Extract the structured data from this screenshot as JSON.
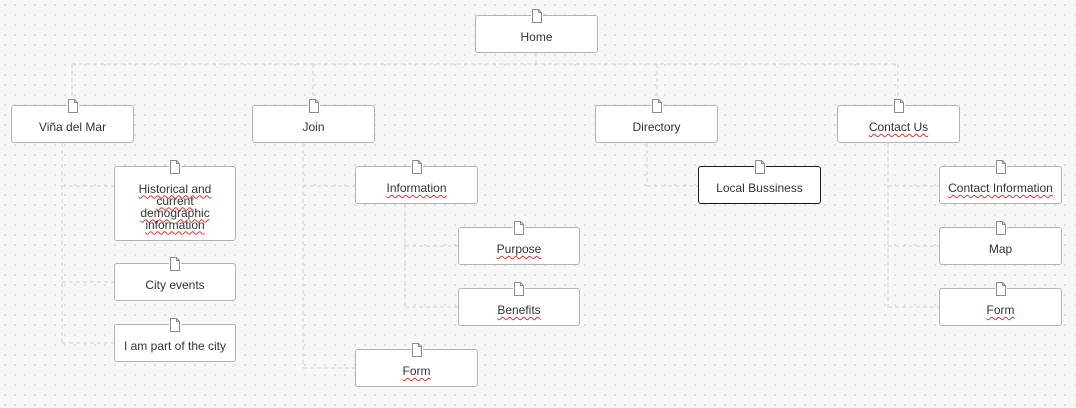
{
  "sitemap": {
    "home": {
      "label": "Home"
    },
    "sections": [
      {
        "label": "Viña del Mar",
        "children": [
          {
            "label": "Historical and current demographic information"
          },
          {
            "label": "City events"
          },
          {
            "label": "I am part of the city"
          }
        ]
      },
      {
        "label": "Join",
        "children": [
          {
            "label": "Information",
            "children": [
              {
                "label": "Purpose"
              },
              {
                "label": "Benefits"
              }
            ]
          },
          {
            "label": "Form"
          }
        ]
      },
      {
        "label": "Directory",
        "children": [
          {
            "label": "Local Bussiness",
            "selected": true
          }
        ]
      },
      {
        "label": "Contact Us",
        "children": [
          {
            "label": "Contact Information"
          },
          {
            "label": "Map"
          },
          {
            "label": "Form"
          }
        ]
      }
    ]
  },
  "icon": "page-icon",
  "colors": {
    "node_border": "#b3b3b3",
    "selected_border": "#1a1a1a",
    "connector": "#cfcfcf",
    "spellcheck_underline": "#d93636"
  }
}
